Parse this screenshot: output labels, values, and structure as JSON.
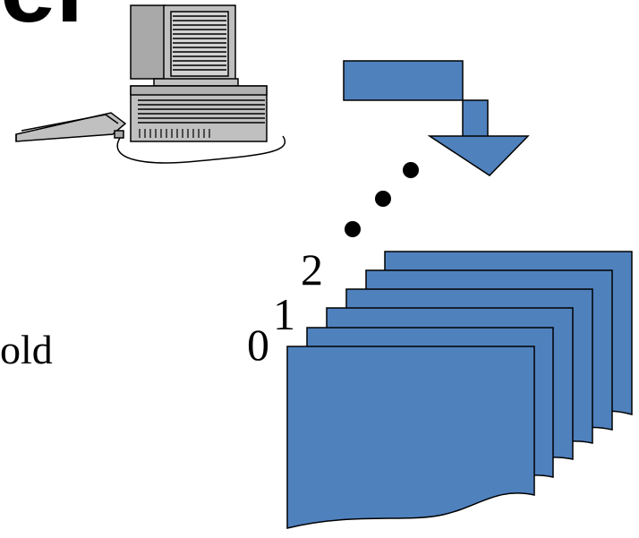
{
  "heading": {
    "fragment": "er"
  },
  "left_text": {
    "fragment": "old"
  },
  "page_labels": [
    "0",
    "1",
    "2"
  ],
  "icons": {
    "computer": "desktop-computer-icon",
    "arrow": "down-arrow-icon",
    "pages": "page-stack-icon"
  },
  "colors": {
    "page_fill": "#4f81bd",
    "arrow_fill": "#4f81bd",
    "stroke": "#000000",
    "computer_fill": "#c0c0c0"
  }
}
